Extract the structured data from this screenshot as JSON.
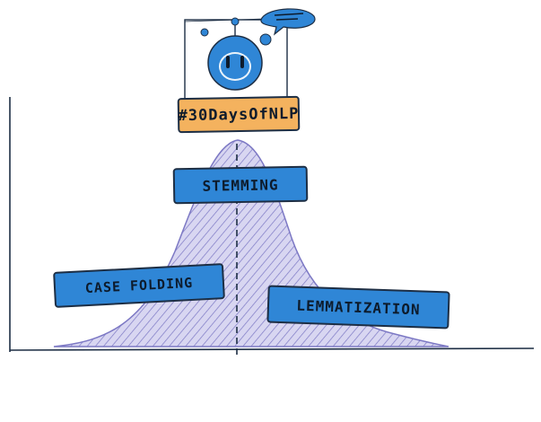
{
  "hashtag": "#30DaysOfNLP",
  "labels": {
    "case_folding": "CASE FOLDING",
    "stemming": "STEMMING",
    "lemmatization": "LEMMATIZATION"
  },
  "colors": {
    "label_fill": "#2f86d6",
    "hashtag_fill": "#f4b25e",
    "curve_fill": "#cfcdee",
    "curve_hatch": "#7c78c4",
    "line": "#1d2e44"
  }
}
